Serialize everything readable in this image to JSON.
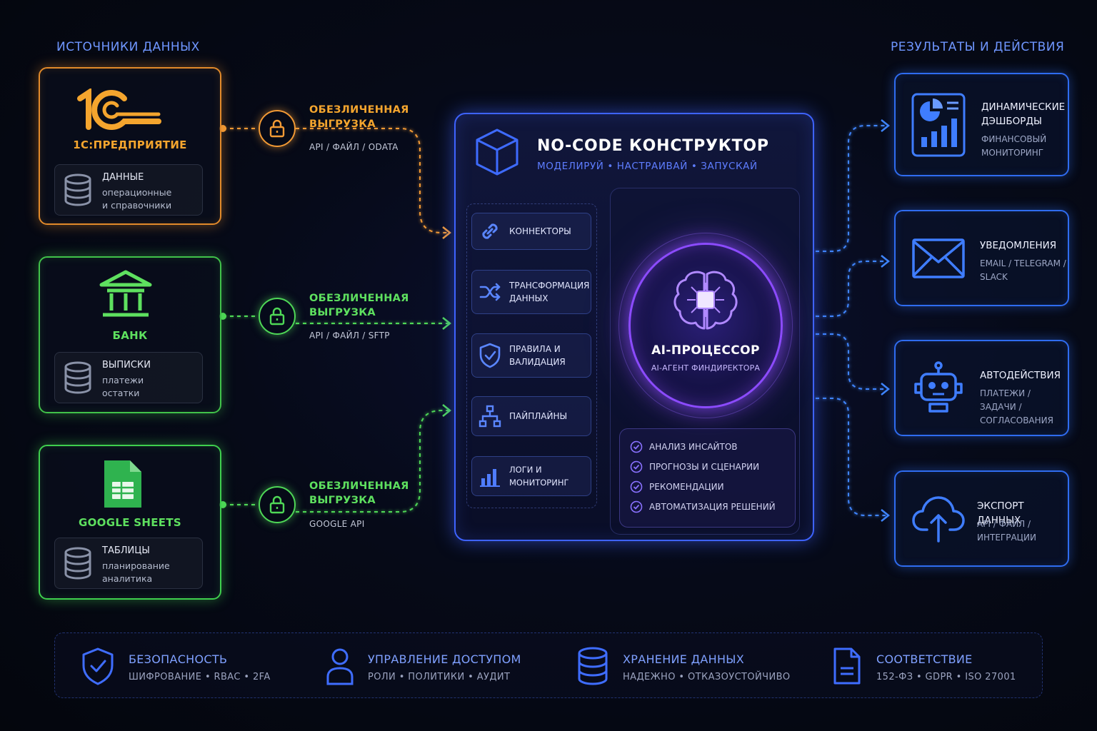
{
  "columns": {
    "sources_title": "Источники данных",
    "results_title": "Результаты и действия"
  },
  "sources": [
    {
      "name": "1С:ПРЕДПРИЯТИЕ",
      "logo": "1С",
      "data_title": "Данные",
      "data_desc": [
        "операционные",
        "и справочники"
      ],
      "color": "#e28a2a"
    },
    {
      "name": "БАНК",
      "data_title": "Выписки",
      "data_desc": [
        "платежи",
        "остатки"
      ],
      "color": "#41c24a"
    },
    {
      "name": "GOOGLE SHEETS",
      "data_title": "Таблицы",
      "data_desc": [
        "планирование",
        "аналитика"
      ],
      "color": "#3fcf4e"
    }
  ],
  "transfers": [
    {
      "title": [
        "Обезличенная",
        "выгрузка"
      ],
      "sub": "API / ФАЙЛ / ODATA",
      "color": "#f0a03a"
    },
    {
      "title": [
        "Обезличенная",
        "выгрузка"
      ],
      "sub": "API / ФАЙЛ / SFTP",
      "color": "#52d65a"
    },
    {
      "title": [
        "Обезличенная",
        "выгрузка"
      ],
      "sub": "GOOGLE API",
      "color": "#52d65a"
    }
  ],
  "constructor": {
    "title": "NO-CODE КОНСТРУКТОР",
    "subtitle": "Моделируй • Настраивай • Запускай",
    "modules": [
      {
        "label": [
          "Коннекторы"
        ],
        "icon": "link-icon"
      },
      {
        "label": [
          "Трансформация",
          "данных"
        ],
        "icon": "shuffle-icon"
      },
      {
        "label": [
          "Правила и",
          "валидация"
        ],
        "icon": "shield-check-icon"
      },
      {
        "label": [
          "Пайплайны"
        ],
        "icon": "pipeline-icon"
      },
      {
        "label": [
          "Логи и мониторинг"
        ],
        "icon": "bar-chart-icon"
      }
    ],
    "ai": {
      "title": "AI-ПРОЦЕССОР",
      "subtitle": "AI-агент финдиректора",
      "capabilities": [
        "Анализ инсайтов",
        "Прогнозы и сценарии",
        "Рекомендации",
        "Автоматизация решений"
      ]
    }
  },
  "results": [
    {
      "title": [
        "Динамические",
        "дэшборды"
      ],
      "desc": [
        "Финансовый",
        "мониторинг"
      ],
      "icon": "dashboard-icon"
    },
    {
      "title": [
        "Уведомления"
      ],
      "desc": [
        "EMAIL / TELEGRAM /",
        "SLACK"
      ],
      "icon": "mail-icon"
    },
    {
      "title": [
        "Автодействия"
      ],
      "desc": [
        "Платежи / Задачи /",
        "Согласования"
      ],
      "icon": "robot-icon"
    },
    {
      "title": [
        "Экспорт данных"
      ],
      "desc": [
        "API / Файл /",
        "Интеграции"
      ],
      "icon": "cloud-upload-icon"
    }
  ],
  "features": [
    {
      "title": "Безопасность",
      "desc": "Шифрование • RBAC • 2FA",
      "icon": "shield-check-icon"
    },
    {
      "title": "Управление доступом",
      "desc": "Роли • Политики • Аудит",
      "icon": "user-icon"
    },
    {
      "title": "Хранение данных",
      "desc": "Надежно • Отказоустойчиво",
      "icon": "database-icon"
    },
    {
      "title": "Соответствие",
      "desc": "152-ФЗ • GDPR • ISO 27001",
      "icon": "document-icon"
    }
  ],
  "colors": {
    "accent_blue": "#3e63ff",
    "ai_purple": "#8c4bff",
    "orange": "#e28a2a",
    "green": "#41c24a"
  }
}
